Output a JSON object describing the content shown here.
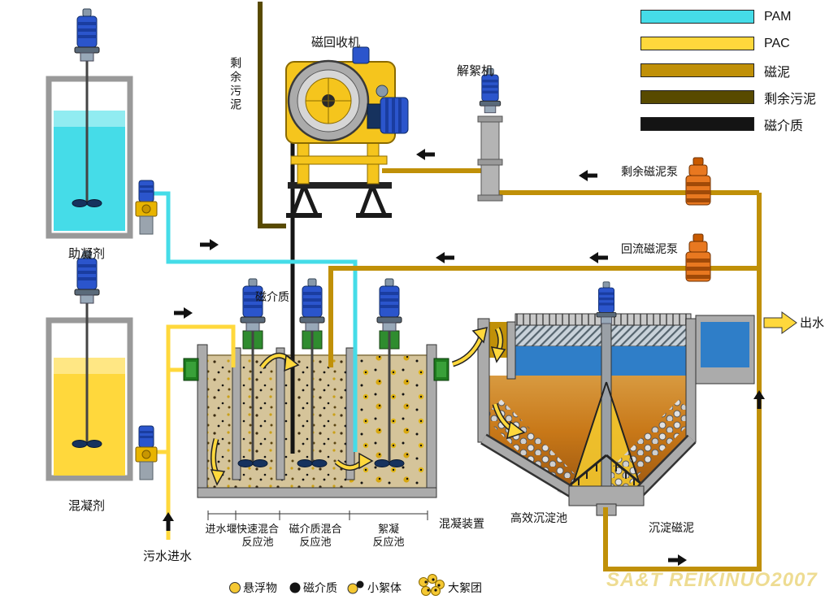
{
  "legend": {
    "items": [
      {
        "label": "PAM",
        "color": "#45DCE8"
      },
      {
        "label": "PAC",
        "color": "#FFD83C"
      },
      {
        "label": "磁泥",
        "color": "#C09008"
      },
      {
        "label": "剩余污泥",
        "color": "#584A00"
      },
      {
        "label": "磁介质",
        "color": "#141414"
      }
    ]
  },
  "colors": {
    "pam": "#45DCE8",
    "pac": "#FFD83C",
    "magnetic_mud": "#C09008",
    "excess_sludge": "#584A00",
    "magnetic_media": "#141414"
  },
  "equipment": {
    "coagulant_aid_tank": "助凝剂",
    "coagulant_tank": "混凝剂",
    "magnetic_recovery_machine": "磁回收机",
    "deflocculator": "解絮机",
    "excess_mud_pump": "剩余磁泥泵",
    "return_mud_pump": "回流磁泥泵",
    "sedimentation_tank": "高效沉淀池",
    "coagulation_unit": "混凝装置"
  },
  "streams": {
    "excess_sludge": "剩余污泥",
    "magnetic_media_feed": "磁介质",
    "sewage_inlet": "污水进水",
    "effluent": "出水",
    "settled_mud": "沉淀磁泥"
  },
  "compartments": {
    "inlet_weir": "进水堰",
    "rapid_mix": "快速混合",
    "media_mix": "磁介质混合",
    "flocculation": "絮凝",
    "reactor_suffix": "反应池"
  },
  "particle_legend": {
    "suspended": "悬浮物",
    "media": "磁介质",
    "small_floc": "小絮体",
    "large_floc": "大絮团"
  },
  "watermark": "SA&T REIKINUO2007"
}
